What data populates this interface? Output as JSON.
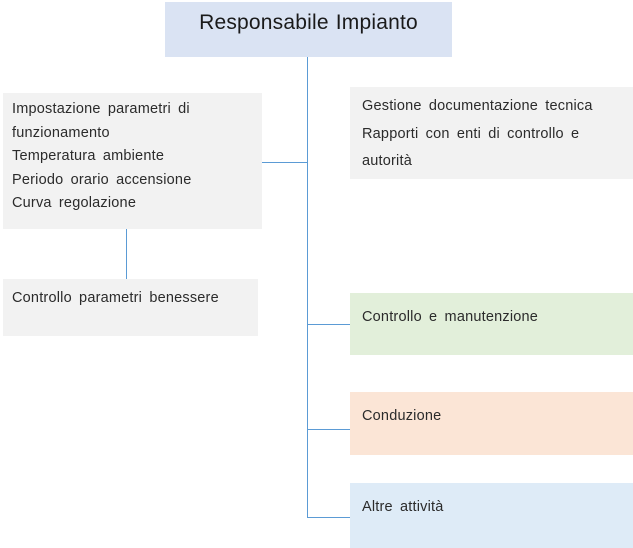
{
  "diagram": {
    "type": "org-chart",
    "root": {
      "label": "Responsabile Impianto"
    },
    "left_top": {
      "lines": [
        "Impostazione parametri di funzionamento",
        "Temperatura ambiente",
        "Periodo orario accensione",
        "Curva regolazione"
      ]
    },
    "left_bottom": {
      "label": "Controllo parametri benessere"
    },
    "right_top": {
      "lines": [
        "Gestione documentazione tecnica",
        "Rapporti con enti di controllo e autorità"
      ]
    },
    "right_green": {
      "label": "Controllo e manutenzione"
    },
    "right_orange": {
      "label": "Conduzione"
    },
    "right_blue": {
      "label": "Altre attività"
    },
    "edges": [
      "root -> left_top",
      "left_top -> left_bottom",
      "root -> right_green",
      "root -> right_orange",
      "root -> right_blue"
    ]
  },
  "colors": {
    "root_fill": "#dae3f3",
    "gray_fill": "#f2f2f2",
    "green_fill": "#e2efda",
    "orange_fill": "#fbe5d6",
    "blue_fill": "#deebf7",
    "connector": "#5b9bd5",
    "text": "#2b2b2b"
  }
}
